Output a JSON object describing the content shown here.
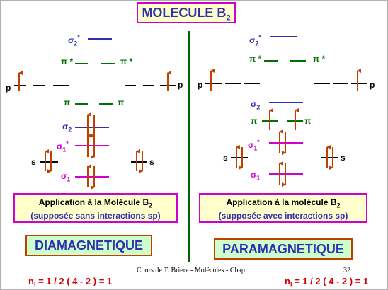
{
  "title": {
    "main": "MOLECULE B",
    "sub": "2"
  },
  "left": {
    "labels": {
      "sigma2star": {
        "sym": "σ",
        "sub": "2",
        "sup": "*"
      },
      "pistar_l": "π *",
      "pistar_r": "π *",
      "p_l": "p",
      "p_r": "p",
      "pi_l": "π",
      "pi_r": "π",
      "sigma2": {
        "sym": "σ",
        "sub": "2"
      },
      "sigma1star": {
        "sym": "σ",
        "sub": "1",
        "sup": "*"
      },
      "sigma1": {
        "sym": "σ",
        "sub": "1"
      },
      "s_l": "s",
      "s_r": "s"
    },
    "box": {
      "line1": "Application à la Molécule B",
      "line1_sub": "2",
      "line2": "(supposée sans interactions sp)"
    },
    "magnetism": "DIAMAGNETIQUE",
    "formula": {
      "n": "n",
      "sub": "l",
      "expr": "= 1 / 2 ( 4 - 2 ) = 1"
    }
  },
  "right": {
    "labels": {
      "sigma2star": {
        "sym": "σ",
        "sub": "2",
        "sup": "*"
      },
      "pistar_l": "π *",
      "pistar_r": "π *",
      "p_l": "p",
      "p_r": "p",
      "sigma2": {
        "sym": "σ",
        "sub": "2"
      },
      "pi_l": "π",
      "pi_r": "π",
      "sigma1star": {
        "sym": "σ",
        "sub": "1",
        "sup": "*"
      },
      "sigma1": {
        "sym": "σ",
        "sub": "1"
      },
      "s_l": "s",
      "s_r": "s"
    },
    "box": {
      "line1": "Application à la molécule B",
      "line1_sub": "2",
      "line2": "(supposée avec interactions sp)"
    },
    "magnetism": "PARAMAGNETIQUE",
    "formula": {
      "n": "n",
      "sub": "l",
      "expr": "= 1 / 2 ( 4 - 2 ) = 1"
    }
  },
  "footer": {
    "course": "Cours de T. Briere - Molécules - Chap",
    "page": "32"
  },
  "colors": {
    "arrow": "#c04000",
    "blue": "#3030b0",
    "green": "#007000",
    "magenta": "#d000d0",
    "black": "#000000"
  }
}
